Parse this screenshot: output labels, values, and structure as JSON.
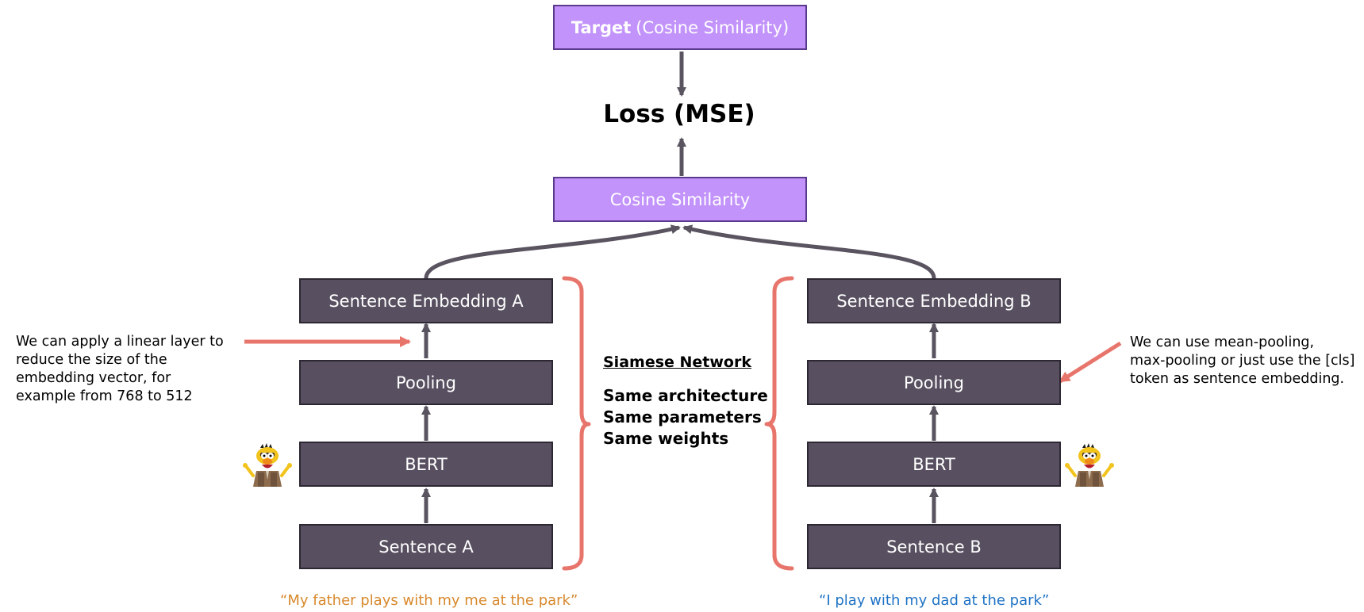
{
  "top": {
    "target_strong": "Target",
    "target_rest": "(Cosine Similarity)",
    "loss": "Loss (MSE)",
    "cosine": "Cosine Similarity"
  },
  "left": {
    "embedding": "Sentence Embedding A",
    "pooling": "Pooling",
    "bert": "BERT",
    "sentence": "Sentence A"
  },
  "right": {
    "embedding": "Sentence Embedding B",
    "pooling": "Pooling",
    "bert": "BERT",
    "sentence": "Sentence B"
  },
  "center": {
    "siamese_title": "Siamese Network",
    "lines": [
      "Same architecture",
      "Same parameters",
      "Same weights"
    ]
  },
  "notes": {
    "left": [
      "We can apply a linear layer to",
      "reduce the size of the",
      "embedding vector, for",
      "example from 768 to 512"
    ],
    "right": [
      "We can use mean-pooling,",
      "max-pooling or just use the [cls]",
      "token as sentence embedding."
    ]
  },
  "quotes": {
    "left": "“My father plays with my me at the park”",
    "right": "“I play with my dad at the park”"
  },
  "colors": {
    "purple_fill": "#c293fa",
    "purple_border": "#5b3a8d",
    "dark_fill": "#585060",
    "dark_border": "#2d2733",
    "arrow": "#5a5360",
    "accent": "#e8756b",
    "quote_left": "#d8892d",
    "quote_right": "#1f73c5"
  },
  "icons": {
    "avatar": "bert-puppet-icon"
  }
}
